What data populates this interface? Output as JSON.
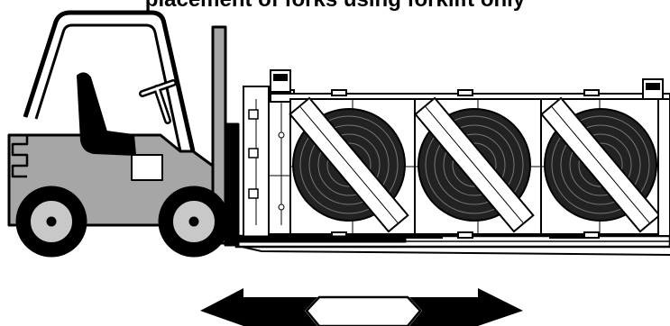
{
  "caption": "placement of forks using forklift only",
  "colors": {
    "line": "#000000",
    "forklift_body": "#a6a6a6",
    "tire": "#000000",
    "hub": "#c8c8c8",
    "background": "#ffffff"
  },
  "diagram": {
    "forklift": {
      "icon": "forklift-icon"
    },
    "unit": {
      "icon": "condenser-unit-icon",
      "fan_count": 3,
      "fork_strap_per_fan": 1
    },
    "direction_arrow": {
      "icon": "double-headed-arrow-icon",
      "segments": 3
    }
  }
}
